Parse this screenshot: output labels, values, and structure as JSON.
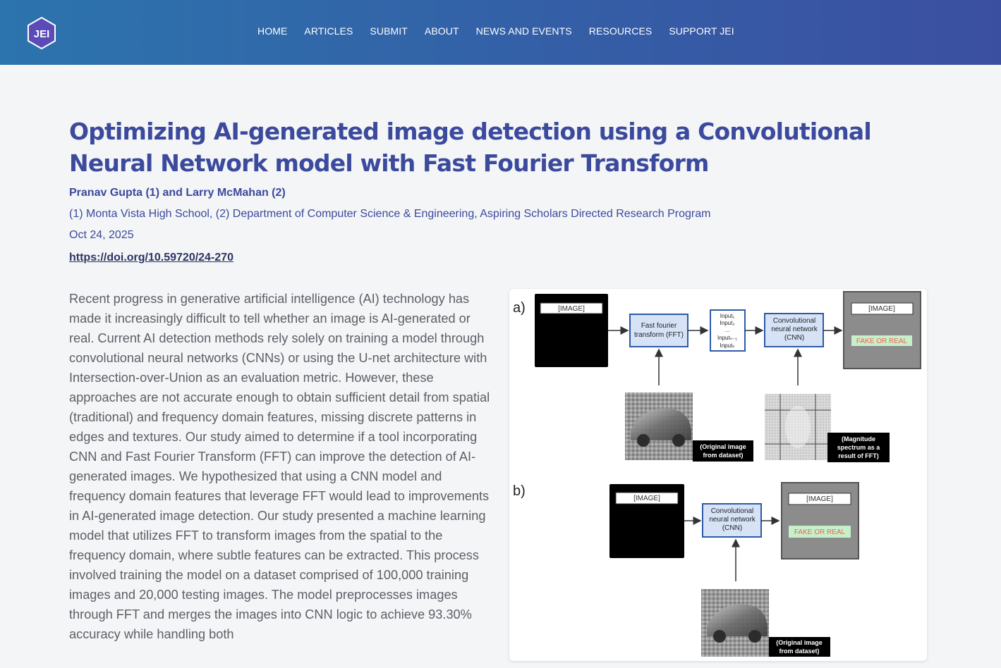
{
  "site": {
    "logo_text": "JEI"
  },
  "nav": {
    "items": [
      "HOME",
      "ARTICLES",
      "SUBMIT",
      "ABOUT",
      "NEWS AND EVENTS",
      "RESOURCES",
      "SUPPORT JEI"
    ]
  },
  "article": {
    "title": "Optimizing AI-generated image detection using a Convolutional Neural Network model with Fast Fourier Transform",
    "authors": "Pranav Gupta (1) and Larry McMahan (2)",
    "affiliations": "(1) Monta Vista High School, (2) Department of Computer Science & Engineering, Aspiring Scholars Directed Research Program",
    "date": "Oct 24, 2025",
    "doi": "https://doi.org/10.59720/24-270",
    "abstract": "Recent progress in generative artificial intelligence (AI) technology has made it increasingly difficult to tell whether an image is AI-generated or real. Current AI detection methods rely solely on training a model through convolutional neural networks (CNNs) or using the U-net architecture with Intersection-over-Union as an evaluation metric. However, these approaches are not accurate enough to obtain sufficient detail from spatial (traditional) and frequency domain features, missing discrete patterns in edges and textures. Our study aimed to determine if a tool incorporating CNN and Fast Fourier Transform (FFT) can improve the detection of AI-generated images. We hypothesized that using a CNN model and frequency domain features that leverage FFT would lead to improvements in AI-generated image detection. Our study presented a machine learning model that utilizes FFT to transform images from the spatial to the frequency domain, where subtle features can be extracted. This process involved training the model on a dataset comprised of 100,000 training images and 20,000 testing images. The model preprocesses images through FFT and merges the images into CNN logic to achieve 93.30% accuracy while handling both"
  },
  "figure": {
    "a": {
      "panel_label": "a)",
      "image_label": "[IMAGE]",
      "fft_label_1": "Fast fourier",
      "fft_label_2": "transform (FFT)",
      "inputs": [
        "Input₁",
        "Input₂",
        "...",
        "Inputₙ₋₁",
        "Inputₙ"
      ],
      "cnn_label_1": "Convolutional",
      "cnn_label_2": "neural network",
      "cnn_label_3": "(CNN)",
      "output_label": "[IMAGE]",
      "result_label": "FAKE OR REAL",
      "orig_caption_1": "(Original image",
      "orig_caption_2": "from dataset)",
      "mag_caption_1": "(Magnitude",
      "mag_caption_2": "spectrum as a",
      "mag_caption_3": "result of FFT)"
    },
    "b": {
      "panel_label": "b)",
      "image_label": "[IMAGE]",
      "cnn_label_1": "Convolutional",
      "cnn_label_2": "neural network",
      "cnn_label_3": "(CNN)",
      "output_label": "[IMAGE]",
      "result_label": "FAKE OR REAL",
      "orig_caption_1": "(Original image",
      "orig_caption_2": "from dataset)"
    }
  },
  "colors": {
    "header_start": "#2c74ad",
    "header_end": "#3b4fa0",
    "title": "#3b4a9c",
    "box_fill": "#d6e3f7",
    "box_stroke": "#2d5aa8",
    "result_fill": "#c6f0c9",
    "result_text": "#f2605a"
  }
}
